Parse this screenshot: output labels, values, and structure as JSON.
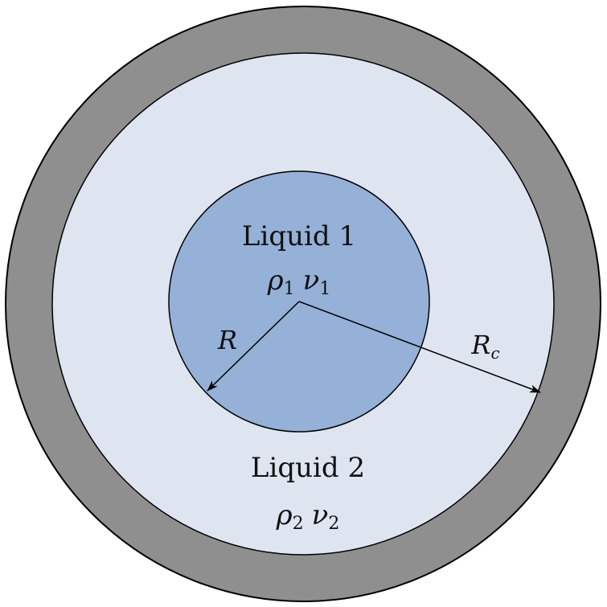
{
  "liquid1": {
    "name": "Liquid 1",
    "rho": "ρ",
    "nu": "ν",
    "subscript": "1"
  },
  "liquid2": {
    "name": "Liquid 2",
    "rho": "ρ",
    "nu": "ν",
    "subscript": "2"
  },
  "radius_inner": {
    "symbol": "R"
  },
  "radius_outer": {
    "symbol": "R",
    "subscript": "c"
  },
  "colors": {
    "wall": "#8f8f8f",
    "liquid2": "#dfe4f1",
    "liquid1": "#95b1d8",
    "outline": "#000000"
  }
}
